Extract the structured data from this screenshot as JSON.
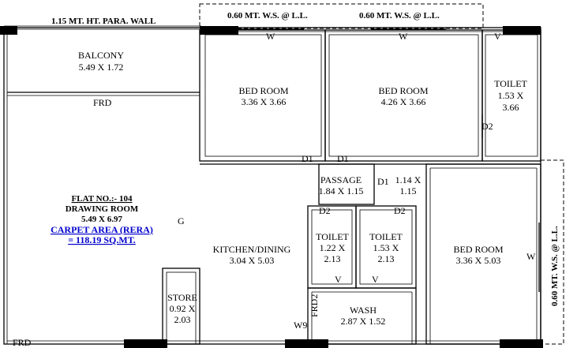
{
  "header": {
    "parapet_wall": "1.15  MT. HT. PARA. WALL",
    "ws_left": "0.60 MT. W.S. @ L.L.",
    "ws_right": "0.60 MT. W.S. @ L.L.",
    "ws_side": "0.60 MT. W.S. @ L.L."
  },
  "rooms": {
    "balcony": {
      "name": "BALCONY",
      "size": "5.49 X 1.72"
    },
    "bed1": {
      "name": "BED ROOM",
      "size": "3.36 X 3.66"
    },
    "bed2": {
      "name": "BED ROOM",
      "size": "4.26 X 3.66"
    },
    "toilet1": {
      "name": "TOILET",
      "size_a": "1.53 X",
      "size_b": "3.66"
    },
    "passage": {
      "name": "PASSAGE",
      "size": "1.84 X 1.15"
    },
    "passage_side": {
      "size_a": "1.14 X",
      "size_b": "1.15"
    },
    "drawing": {
      "flat": "FLAT NO.:- 104",
      "name": "DRAWING ROOM",
      "size": "5.49 X 6.97",
      "carpet_a": "CARPET AREA (RERA)",
      "carpet_b": "= 118.19 SQ.MT."
    },
    "kitchen": {
      "name": "KITCHEN/DINING",
      "size": "3.04 X 5.03"
    },
    "toilet2": {
      "name": "TOILET",
      "size_a": "1.22 X",
      "size_b": "2.13"
    },
    "toilet3": {
      "name": "TOILET",
      "size_a": "1.53 X",
      "size_b": "2.13"
    },
    "bed3": {
      "name": "BED ROOM",
      "size": "3.36 X 5.03"
    },
    "store": {
      "name": "STORE",
      "size_a": "0.92 X",
      "size_b": "2.03"
    },
    "wash": {
      "name": "WASH",
      "size": "2.87 X 1.52"
    }
  },
  "marks": {
    "w": "W",
    "v": "V",
    "d1": "D1",
    "d2": "D2",
    "frd": "FRD",
    "frd2": "FRD2",
    "g": "G",
    "w9": "W9"
  }
}
